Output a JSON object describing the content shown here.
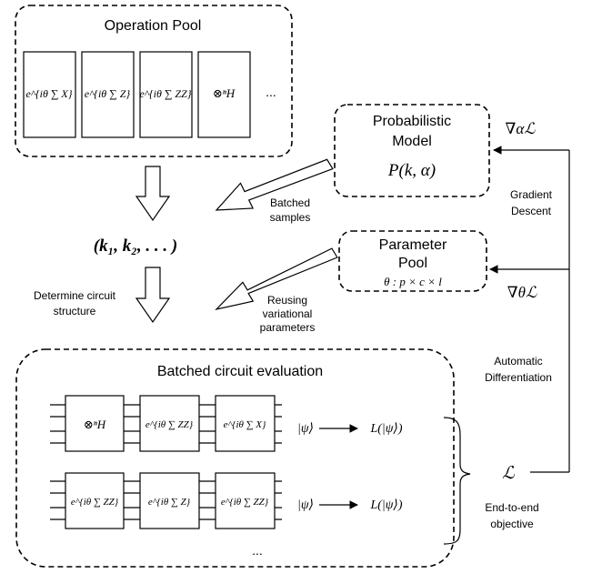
{
  "operation_pool": {
    "title": "Operation Pool",
    "ops": [
      "e^{iθ ∑ X}",
      "e^{iθ ∑ Z}",
      "e^{iθ ∑ ZZ}",
      "⊗ⁿH"
    ],
    "ellipsis": "..."
  },
  "prob_model": {
    "title_line1": "Probabilistic",
    "title_line2": "Model",
    "formula": "P(k, α)"
  },
  "param_pool": {
    "title_line1": "Parameter",
    "title_line2": "Pool",
    "formula": "θ : p × c × l"
  },
  "samples": {
    "formula": "(k₁, k₂, . . . )",
    "batched_line1": "Batched",
    "batched_line2": "samples",
    "determine_line1": "Determine circuit",
    "determine_line2": "structure",
    "reusing_line1": "Reusing",
    "reusing_line2": "variational",
    "reusing_line3": "parameters"
  },
  "feedback": {
    "grad_alpha": "∇αℒ",
    "grad_theta": "∇θℒ",
    "gd_line1": "Gradient",
    "gd_line2": "Descent",
    "ad_line1": "Automatic",
    "ad_line2": "Differentiation"
  },
  "circuit": {
    "title": "Batched circuit evaluation",
    "row1_gates": [
      "⊗ⁿH",
      "e^{iθ ∑ ZZ}",
      "e^{iθ ∑ X}"
    ],
    "row2_gates": [
      "e^{iθ ∑ ZZ}",
      "e^{iθ ∑ Z}",
      "e^{iθ ∑ ZZ}"
    ],
    "ket": "|ψ⟩",
    "loss": "L(|ψ⟩)",
    "ellipsis": "..."
  },
  "objective": {
    "symbol": "ℒ",
    "line1": "End-to-end",
    "line2": "objective"
  }
}
